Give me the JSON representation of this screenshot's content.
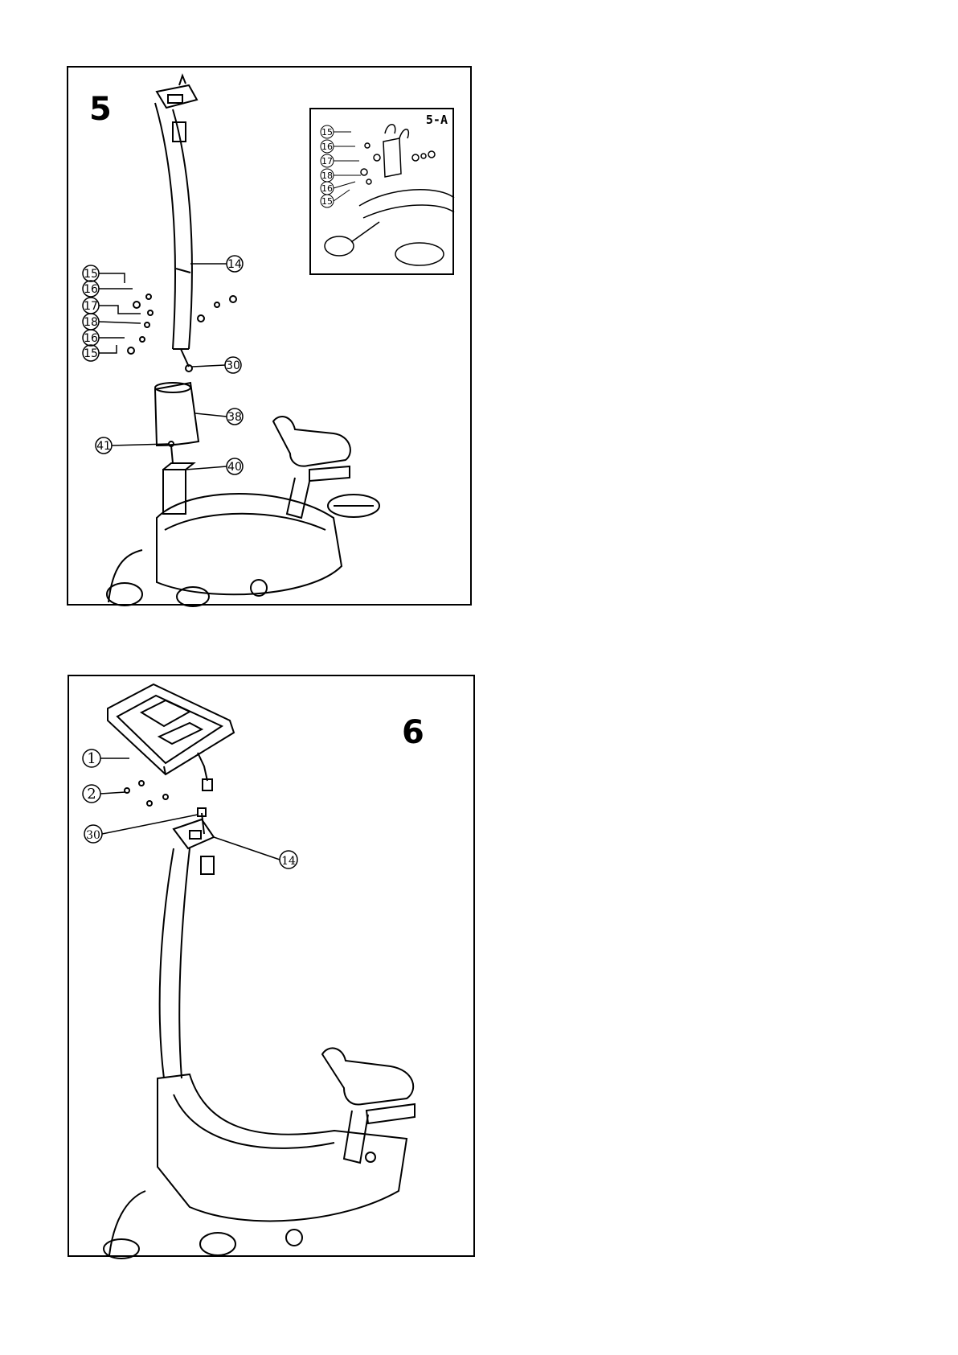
{
  "step5": {
    "number": "5",
    "inset_label": "5-A",
    "callouts": [
      "15",
      "16",
      "17",
      "18",
      "16",
      "15",
      "14",
      "30",
      "38",
      "41",
      "40"
    ],
    "inset_callouts": [
      "15",
      "16",
      "17",
      "18",
      "16",
      "15"
    ]
  },
  "step6": {
    "number": "6",
    "callouts": [
      "1",
      "2",
      "30",
      "14"
    ]
  }
}
